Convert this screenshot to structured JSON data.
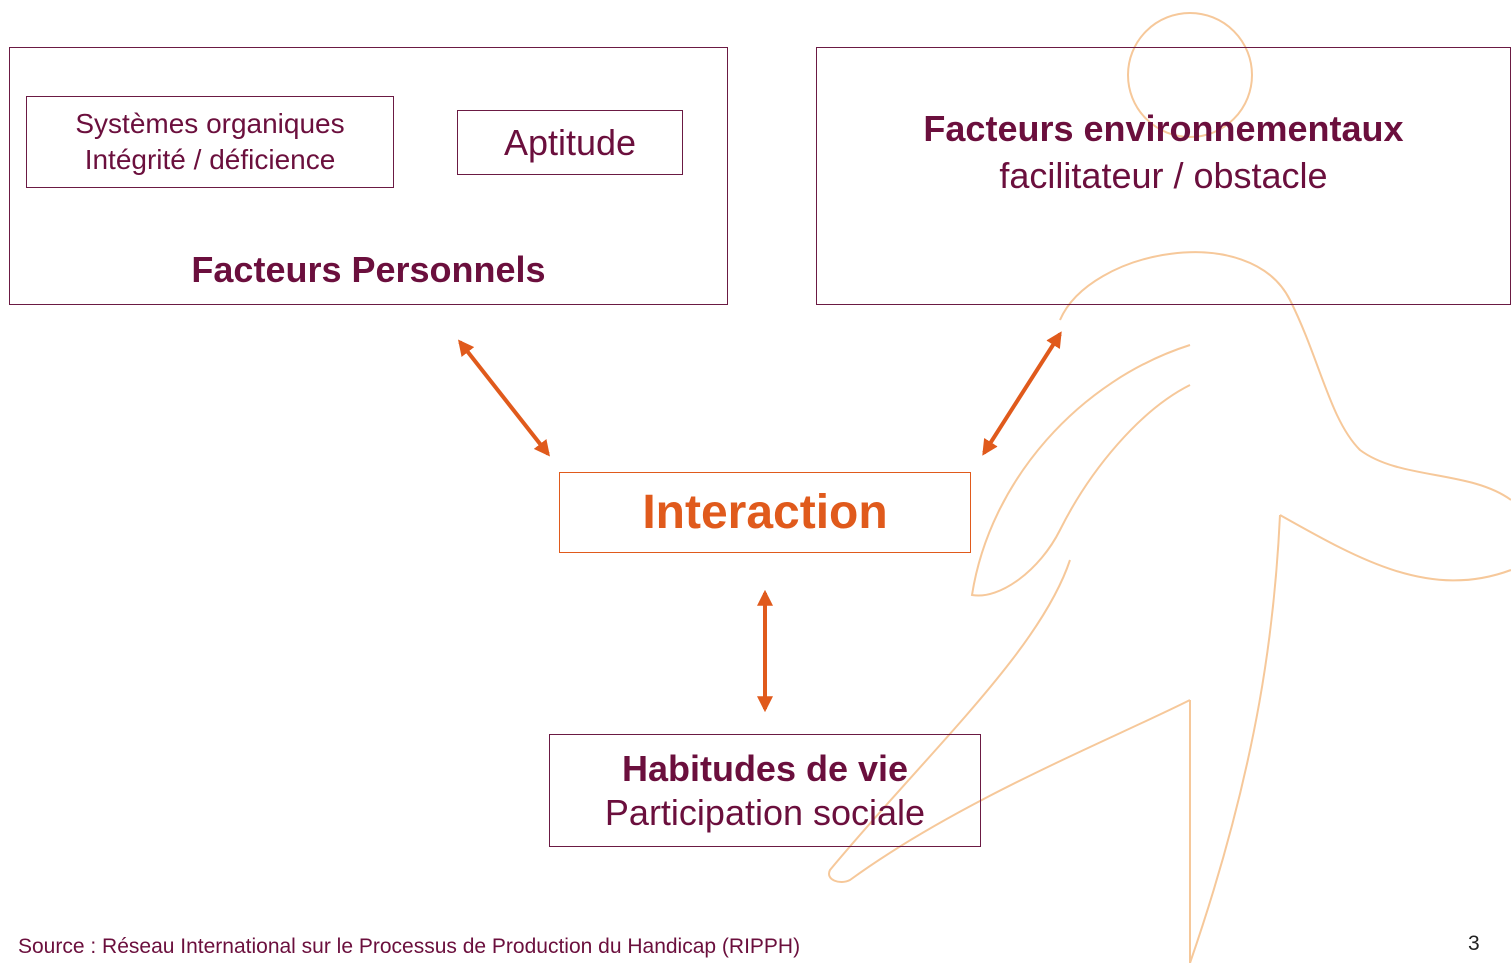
{
  "colors": {
    "text": "#6b0f3d",
    "border": "#6b1a43",
    "accent": "#e05a1c",
    "figure": "#f6c89a"
  },
  "personal": {
    "box_lines": [
      "Systèmes organiques",
      "Intégrité / déficience"
    ],
    "aptitude": "Aptitude",
    "title": "Facteurs Personnels"
  },
  "environment": {
    "title": "Facteurs environnementaux",
    "subtitle": "facilitateur / obstacle"
  },
  "interaction": {
    "label": "Interaction"
  },
  "habits": {
    "title": "Habitudes de vie",
    "subtitle": "Participation sociale"
  },
  "footer": {
    "source": "Source : Réseau International sur le Processus de Production du Handicap (RIPPH)",
    "page": "3"
  }
}
